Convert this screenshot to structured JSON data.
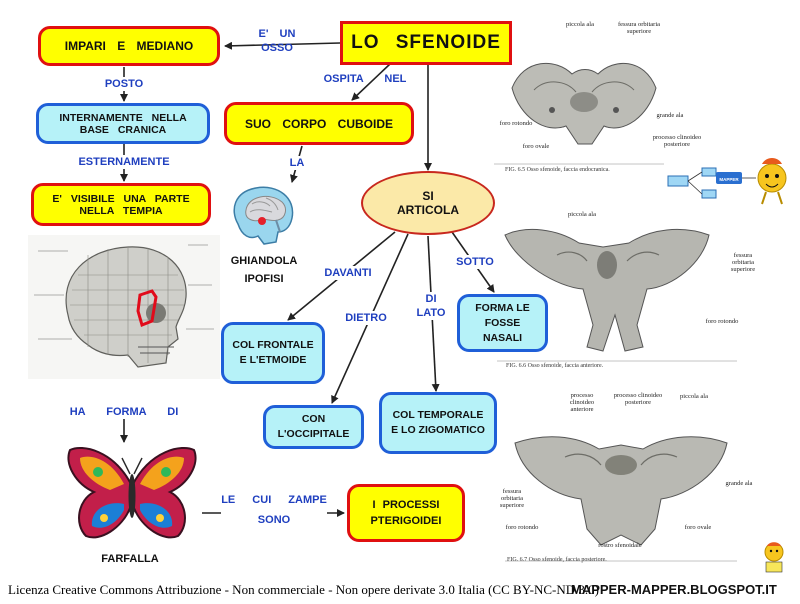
{
  "main": {
    "title": "LO SFENOIDE",
    "impari": "IMPARI E MEDIANO",
    "internamente": "INTERNAMENTE NELLA BASE CRANICA",
    "visibile": "E' VISIBILE UNA PARTE NELLA TEMPIA",
    "corpo": "SUO CORPO CUBOIDE",
    "articola": "SI ARTICOLA",
    "frontale": "COL FRONTALE E L'ETMOIDE",
    "occipitale": "CON L'OCCIPITALE",
    "temporale": "COL TEMPORALE E LO ZIGOMATICO",
    "nasali": "FORMA LE FOSSE NASALI",
    "processi": "I PROCESSI PTERIGOIDEI"
  },
  "labels": {
    "e_un_osso": "E' UN OSSO",
    "posto": "POSTO",
    "esternamente": "ESTERNAMENTE",
    "ospita_nel": "OSPITA NEL",
    "la": "LA",
    "davanti": "DAVANTI",
    "dietro": "DIETRO",
    "di_lato": "DI LATO",
    "sotto": "SOTTO",
    "ha_forma_di": "HA FORMA DI",
    "le_cui_zampe_sono": "LE CUI ZAMPE SONO"
  },
  "captions": {
    "ghiandola": "GHIANDOLA IPOFISI",
    "farfalla": "FARFALLA"
  },
  "figures": {
    "fig1": {
      "caption": "FIG. 6.5 Osso sfenoide, faccia endocranica.",
      "labels": [
        "piccola ala",
        "fessura orbitaria superiore",
        "foro rotondo",
        "foro ovale",
        "grande ala",
        "processo clinoideo posteriore"
      ]
    },
    "fig2": {
      "caption": "FIG. 6.6 Osso sfenoide, faccia anteriore.",
      "labels": [
        "piccola ala",
        "fessura orbitaria superiore",
        "foro rotondo"
      ]
    },
    "fig3": {
      "caption": "FIG. 6.7 Osso sfenoide, faccia posteriore.",
      "labels": [
        "processo clinoideo anteriore",
        "processo clinoideo posteriore",
        "piccola ala",
        "fessura orbitaria superiore",
        "foro rotondo",
        "rostro sfenoidale",
        "foro ovale",
        "grande ala"
      ]
    }
  },
  "mapper": {
    "badge": "MAPPER"
  },
  "footer": {
    "license": "Licenza Creative Commons Attribuzione - Non commerciale - Non opere derivate 3.0 Italia (CC BY-NC-ND 3.0)",
    "site": "MAPPER-MAPPER.BLOGSPOT.IT"
  },
  "colors": {
    "title_fill": "#ffff00",
    "title_border": "#e01010",
    "node_cyan": "#b6f2f8",
    "node_cyan_border": "#1f5fd8",
    "label_blue": "#1f3fbf",
    "ellipse_fill": "#fbe9a8",
    "ellipse_border": "#c8281e"
  }
}
